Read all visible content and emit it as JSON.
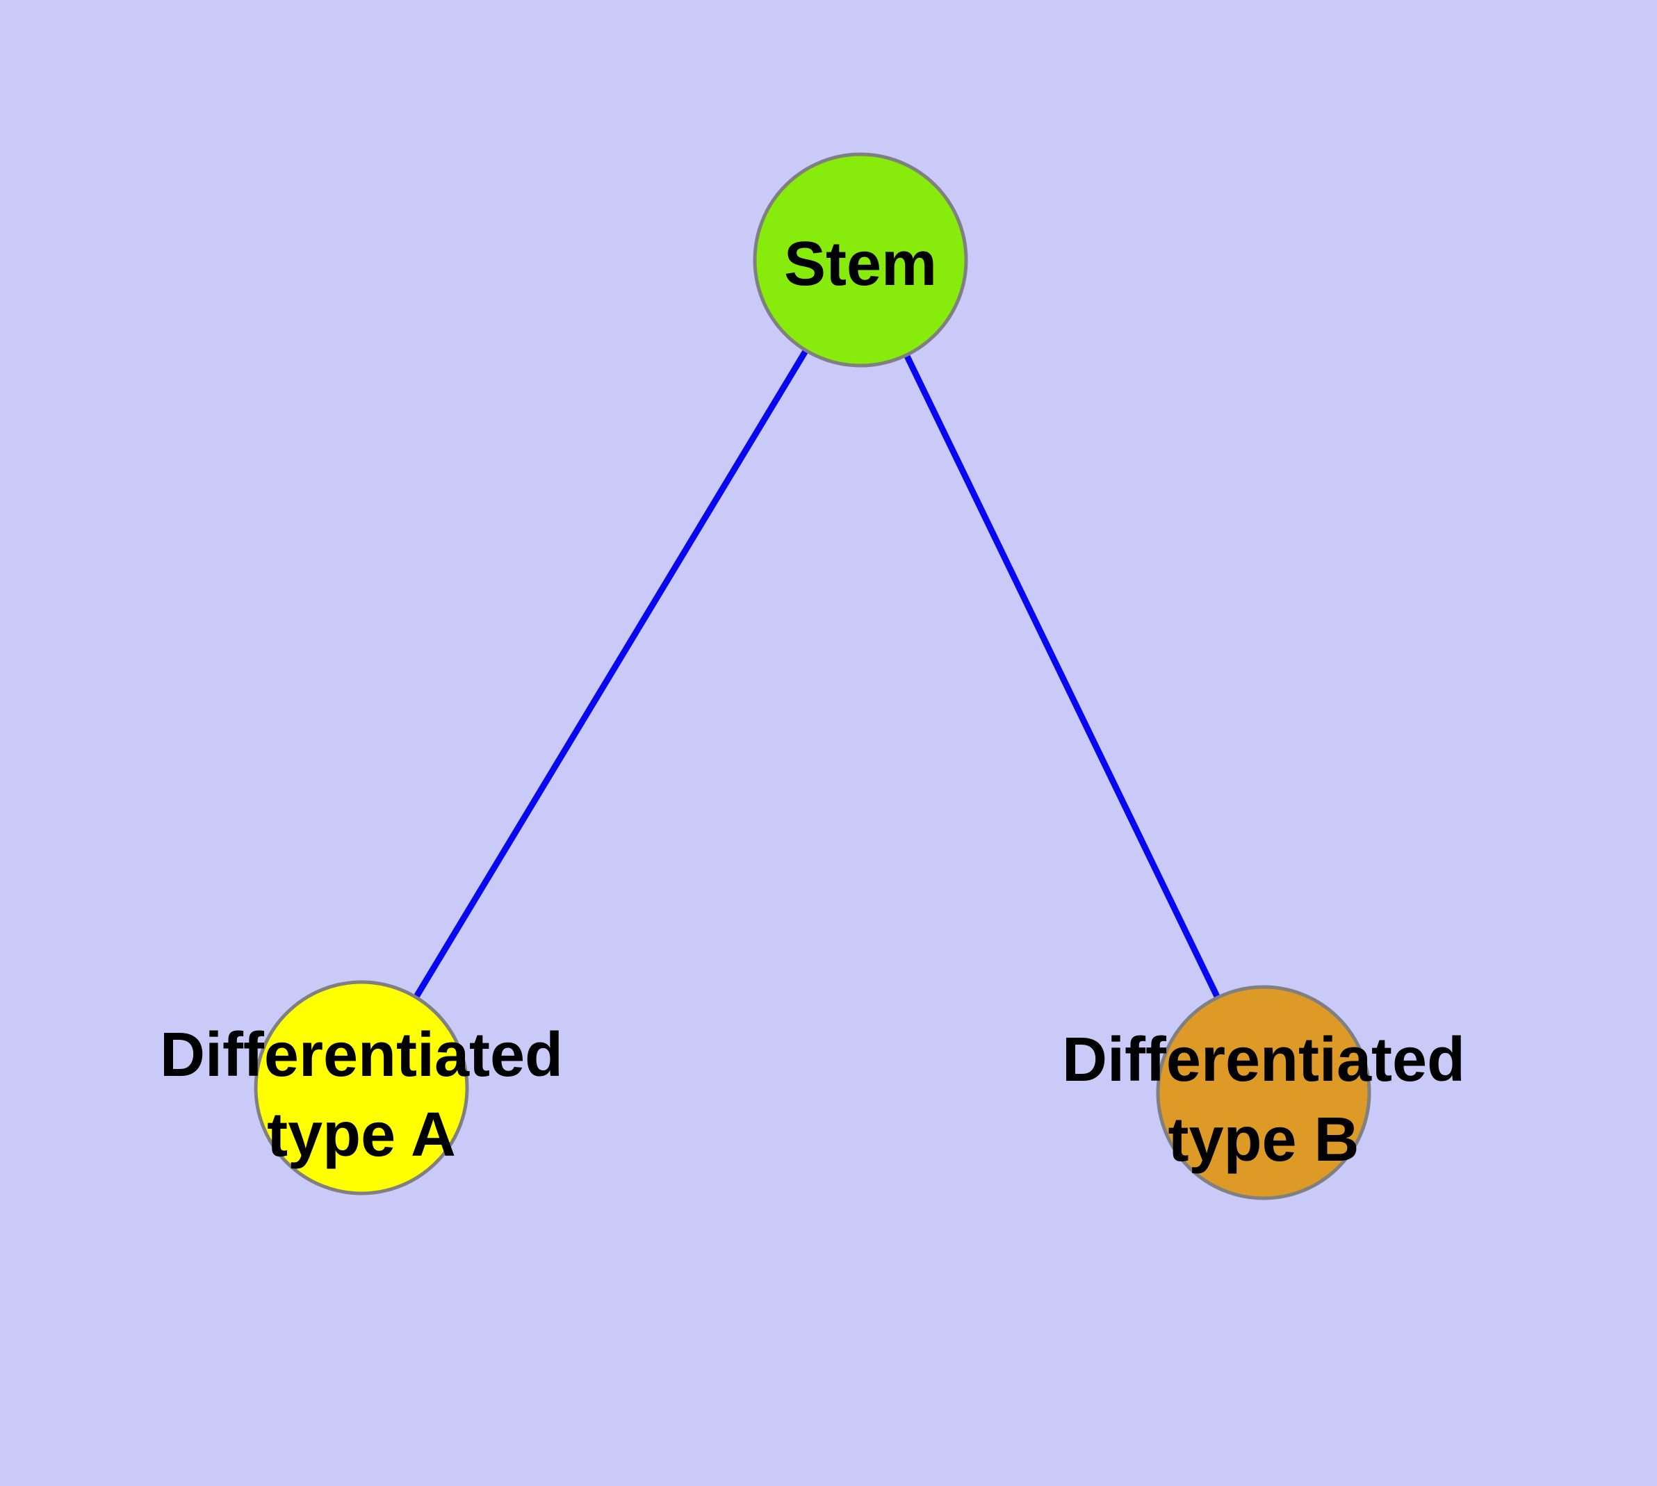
{
  "diagram": {
    "type": "network-graph",
    "background_color": "#CACAF8",
    "edge_color": "#0707F2",
    "edge_width": "9",
    "node_border_color": "#808080",
    "node_border_width": "5",
    "label_color": "#000000",
    "nodes": [
      {
        "id": "stem",
        "label": "Stem",
        "fill_color": "#87EB0C"
      },
      {
        "id": "differentiated-type-a",
        "label_line1": "Differentiated",
        "label_line2": "type A",
        "fill_color": "#FFFF00"
      },
      {
        "id": "differentiated-type-b",
        "label_line1": "Differentiated",
        "label_line2": "type B",
        "fill_color": "#DE9A26"
      }
    ],
    "edges": [
      {
        "from": "stem",
        "to": "differentiated-type-a"
      },
      {
        "from": "stem",
        "to": "differentiated-type-b"
      }
    ]
  }
}
